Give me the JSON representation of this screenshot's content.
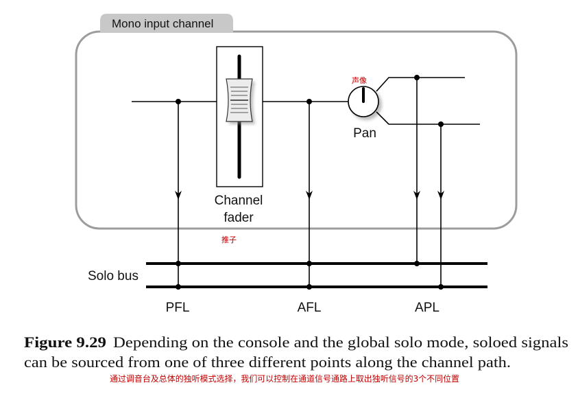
{
  "diagram": {
    "tab_label": "Mono input channel",
    "fader_label_line1": "Channel",
    "fader_label_line2": "fader",
    "fader_note": "推子",
    "pan_label": "Pan",
    "pan_note": "声像",
    "solo_bus_label": "Solo bus",
    "tap_labels": [
      "PFL",
      "AFL",
      "APL"
    ]
  },
  "caption": {
    "figure_number": "Figure 9.29",
    "text_line1": "Depending on the console and the global solo mode, soloed signals",
    "text_line2": "can be sourced from one of three different points along the channel path.",
    "note": "通过调音台及总体的独听模式选择，我们可以控制在通道信号通路上取出独听信号的3个不同位置"
  },
  "colors": {
    "line": "#000000",
    "frame": "#9c9c9c",
    "tab": "#c8c8c8",
    "note": "#c00000"
  }
}
